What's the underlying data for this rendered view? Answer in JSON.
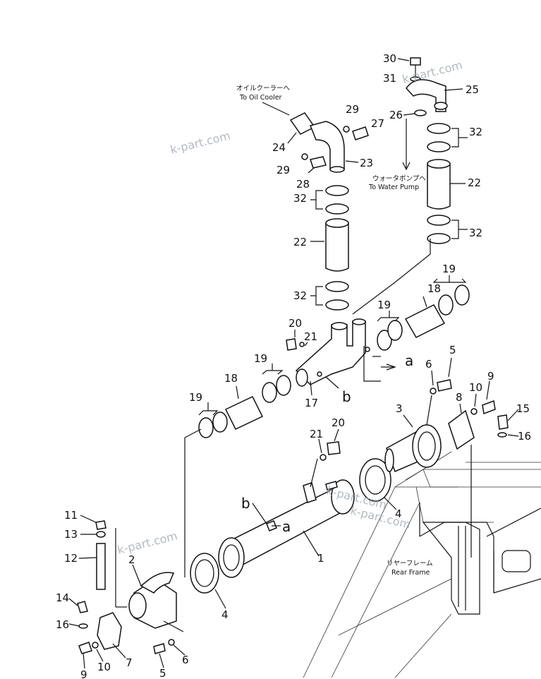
{
  "notes": {
    "oil_cooler_jp": "オイルクーラーへ",
    "oil_cooler_en": "To Oil Cooler",
    "water_pump_jp": "ウォータポンプへ",
    "water_pump_en": "To Water Pump",
    "rear_frame_jp": "リヤーフレーム",
    "rear_frame_en": "Rear Frame"
  },
  "watermarks": [
    "k-part.com",
    "k-part.com",
    "k-part.com",
    "k-part.com",
    "k-part.com"
  ],
  "callouts": [
    {
      "id": "c30",
      "text": "30"
    },
    {
      "id": "c31",
      "text": "31"
    },
    {
      "id": "c25",
      "text": "25"
    },
    {
      "id": "c26",
      "text": "26"
    },
    {
      "id": "c32a",
      "text": "32"
    },
    {
      "id": "c22a",
      "text": "22"
    },
    {
      "id": "c32b",
      "text": "32"
    },
    {
      "id": "c29a",
      "text": "29"
    },
    {
      "id": "c27",
      "text": "27"
    },
    {
      "id": "c24",
      "text": "24"
    },
    {
      "id": "c23",
      "text": "23"
    },
    {
      "id": "c29b",
      "text": "29"
    },
    {
      "id": "c28",
      "text": "28"
    },
    {
      "id": "c32c",
      "text": "32"
    },
    {
      "id": "c22b",
      "text": "22"
    },
    {
      "id": "c32d",
      "text": "32"
    },
    {
      "id": "c19a",
      "text": "19"
    },
    {
      "id": "c18a",
      "text": "18"
    },
    {
      "id": "c19b",
      "text": "19"
    },
    {
      "id": "c20a",
      "text": "20"
    },
    {
      "id": "c21a",
      "text": "21"
    },
    {
      "id": "c19c",
      "text": "19"
    },
    {
      "id": "c18b",
      "text": "18"
    },
    {
      "id": "c19d",
      "text": "19"
    },
    {
      "id": "c17",
      "text": "17"
    },
    {
      "id": "c5a",
      "text": "5"
    },
    {
      "id": "c6a",
      "text": "6"
    },
    {
      "id": "c9a",
      "text": "9"
    },
    {
      "id": "c10a",
      "text": "10"
    },
    {
      "id": "c8",
      "text": "8"
    },
    {
      "id": "c15",
      "text": "15"
    },
    {
      "id": "c16a",
      "text": "16"
    },
    {
      "id": "c3",
      "text": "3"
    },
    {
      "id": "c21b",
      "text": "21"
    },
    {
      "id": "c20b",
      "text": "20"
    },
    {
      "id": "c4a",
      "text": "4"
    },
    {
      "id": "c11",
      "text": "11"
    },
    {
      "id": "c13",
      "text": "13"
    },
    {
      "id": "c12",
      "text": "12"
    },
    {
      "id": "c2",
      "text": "2"
    },
    {
      "id": "c1",
      "text": "1"
    },
    {
      "id": "c4b",
      "text": "4"
    },
    {
      "id": "c14",
      "text": "14"
    },
    {
      "id": "c16b",
      "text": "16"
    },
    {
      "id": "c7",
      "text": "7"
    },
    {
      "id": "c9b",
      "text": "9"
    },
    {
      "id": "c10b",
      "text": "10"
    },
    {
      "id": "c5b",
      "text": "5"
    },
    {
      "id": "c6b",
      "text": "6"
    }
  ],
  "letters": [
    {
      "id": "la1",
      "text": "a"
    },
    {
      "id": "lb1",
      "text": "b"
    },
    {
      "id": "lb2",
      "text": "b"
    },
    {
      "id": "la2",
      "text": "a"
    }
  ]
}
